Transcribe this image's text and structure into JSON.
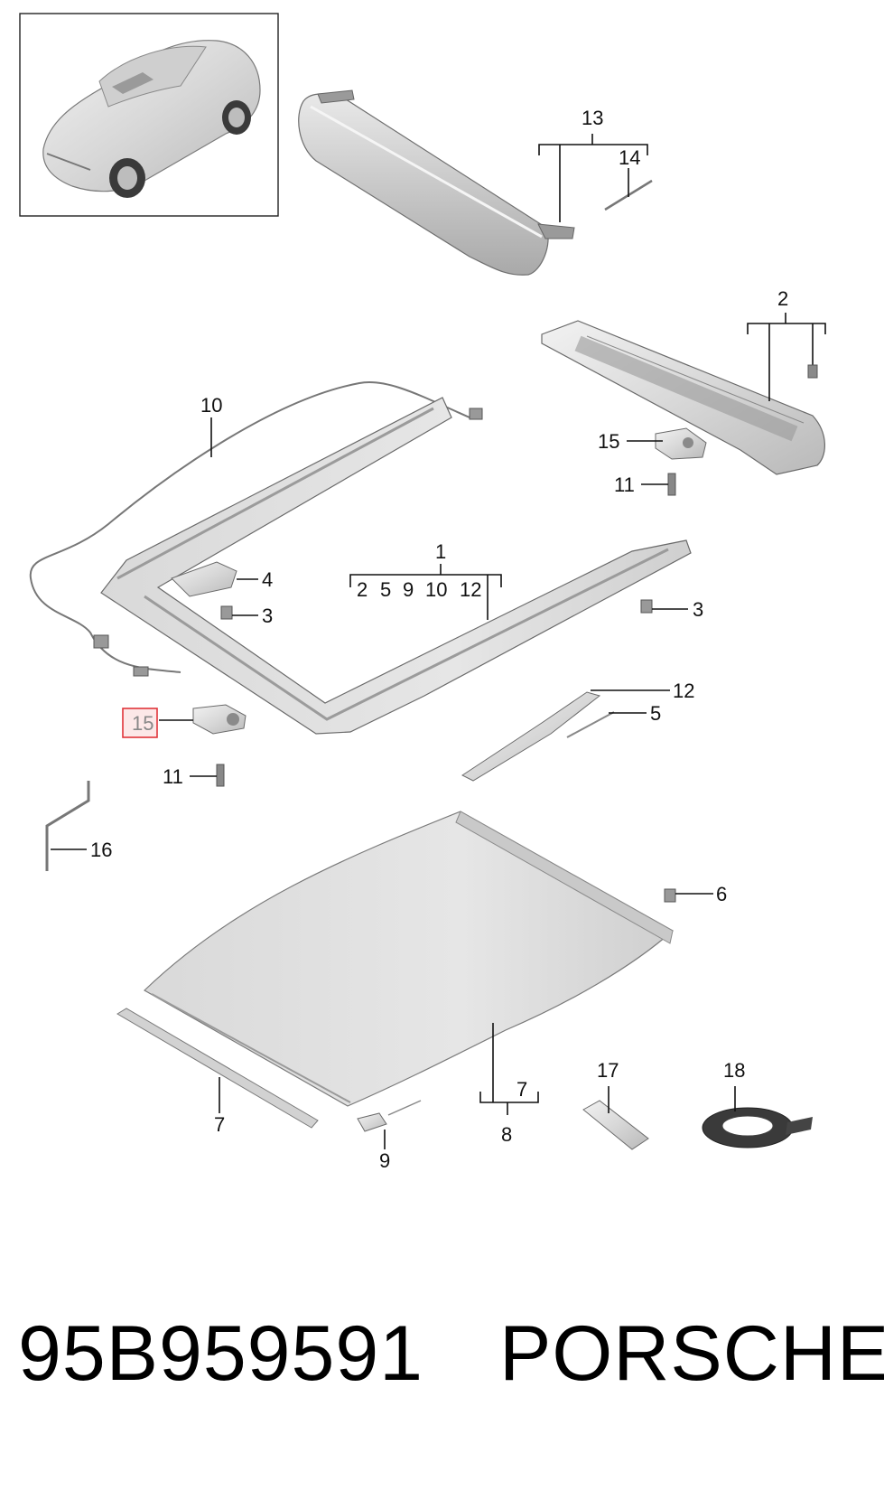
{
  "diagram": {
    "callouts": {
      "c1": "1",
      "c2": "2",
      "c3a": "3",
      "c3b": "3",
      "c4": "4",
      "c5": "5",
      "c6": "6",
      "c7a": "7",
      "c7b": "7",
      "c8": "8",
      "c9": "9",
      "c10": "10",
      "c11a": "11",
      "c11b": "11",
      "c12": "12",
      "c13": "13",
      "c14": "14",
      "c15a": "15",
      "c15b": "15",
      "c16": "16",
      "c17": "17",
      "c18": "18",
      "sub1": [
        "2",
        "5",
        "9",
        "10",
        "12"
      ]
    },
    "highlighted_callout": "15",
    "highlight_color": "#e0343a"
  },
  "footer": {
    "part_number": "95B959591",
    "brand": "PORSCHE"
  }
}
